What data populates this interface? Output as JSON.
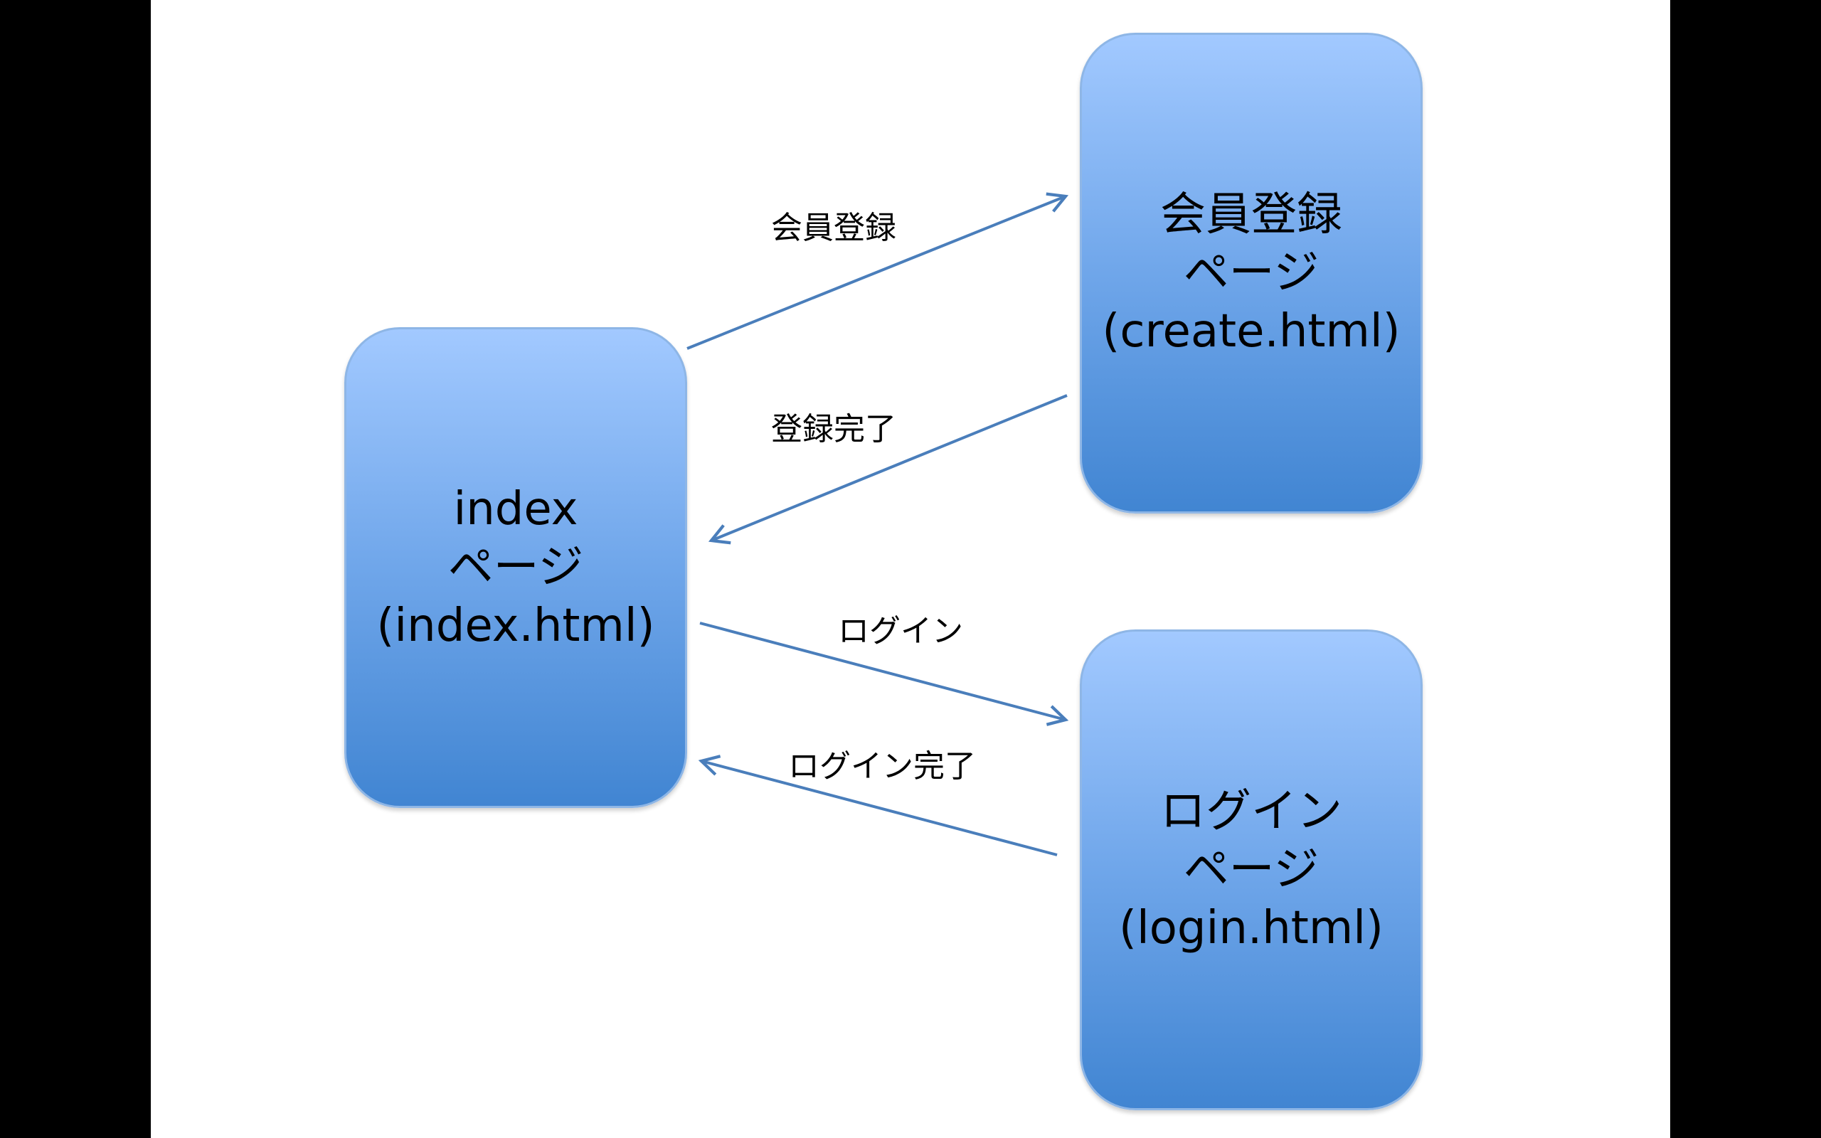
{
  "nodes": {
    "index": {
      "line1": "index",
      "line2": "ページ",
      "line3": "(index.html)"
    },
    "create": {
      "line1": "会員登録",
      "line2": "ページ",
      "line3": "(create.html)"
    },
    "login": {
      "line1": "ログイン",
      "line2": "ページ",
      "line3": "(login.html)"
    }
  },
  "edges": {
    "register": "会員登録",
    "register_done": "登録完了",
    "login": "ログイン",
    "login_done": "ログイン完了"
  },
  "colors": {
    "node_top": "#a2c9ff",
    "node_bottom": "#4185d2",
    "arrow": "#4a7ebb",
    "background_outer": "#000000",
    "background_slide": "#ffffff"
  }
}
